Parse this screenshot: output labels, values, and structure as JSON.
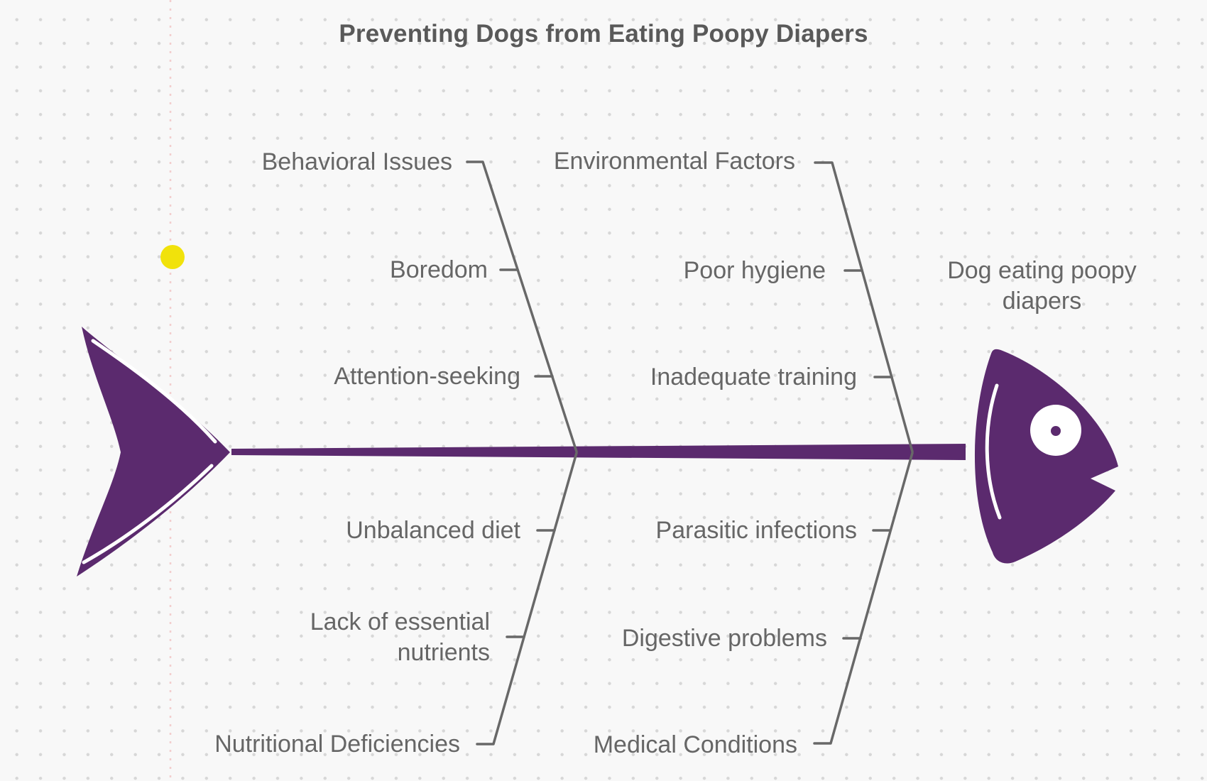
{
  "title": "Preventing Dogs from Eating Poopy Diapers",
  "effect": {
    "label": "Dog eating poopy diapers"
  },
  "branches": {
    "top_left": {
      "label": "Behavioral Issues",
      "causes": [
        "Boredom",
        "Attention-seeking"
      ]
    },
    "top_right": {
      "label": "Environmental Factors",
      "causes": [
        "Poor hygiene",
        "Inadequate training"
      ]
    },
    "bottom_left": {
      "label": "Nutritional Deficiencies",
      "causes": [
        "Unbalanced diet",
        "Lack of essential nutrients"
      ]
    },
    "bottom_right": {
      "label": "Medical Conditions",
      "causes": [
        "Parasitic infections",
        "Digestive problems"
      ]
    }
  },
  "colors": {
    "fish_purple": "#5b2a6e",
    "line_gray": "#686868",
    "text_gray": "#666666",
    "title_gray": "#595959",
    "yellow_dot": "#f1e20b",
    "pink_guide": "#e98f8f",
    "background": "#f8f8f8",
    "grid_dot": "#d7d7d7"
  }
}
